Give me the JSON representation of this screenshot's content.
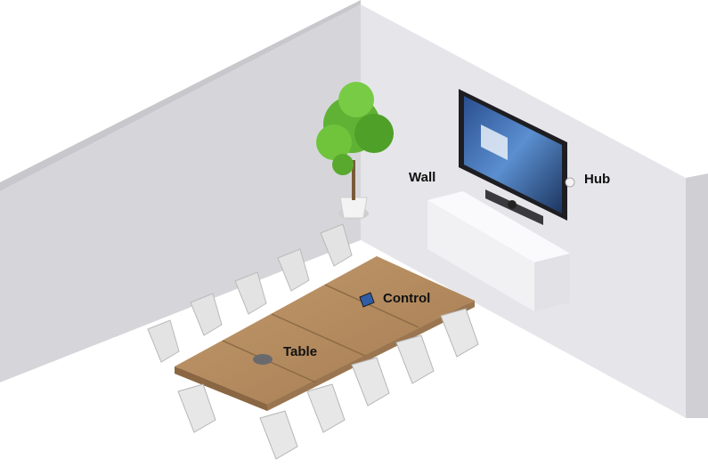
{
  "labels": {
    "wall": "Wall",
    "hub": "Hub",
    "control": "Control",
    "table": "Table"
  },
  "colors": {
    "wall_left": "#d3d3d7",
    "wall_back": "#e4e4e8",
    "wall_top_edge": "#c4c4c8",
    "floor": "#ffffff",
    "table_wood": "#b58e62",
    "table_wood_dark": "#9a7550",
    "table_legs": "#4a4a4e",
    "chair": "#e2e2e2",
    "chair_shadow": "#bdbdbd",
    "plant": "#6bbf3a",
    "plant_dark": "#3f8f23",
    "pot": "#f2f2f2",
    "screen_frame": "#1e1e22",
    "screen": "#3b6fb8",
    "cabinet": "#f6f6f8"
  },
  "icons": [
    "plant-icon",
    "display-icon",
    "camera-bar-icon",
    "touch-panel-icon",
    "speakerphone-icon",
    "hub-icon"
  ]
}
